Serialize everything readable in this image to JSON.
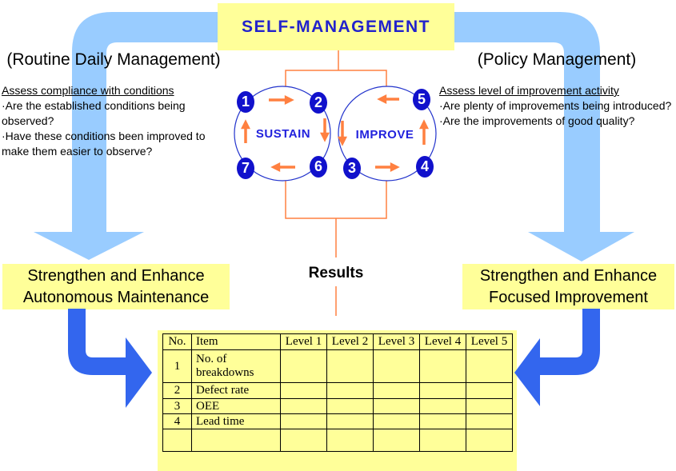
{
  "title": "SELF-MANAGEMENT",
  "left_branch": {
    "heading": "(Routine Daily Management)",
    "assess_heading": "Assess compliance with conditions",
    "bullet1": "·Are the established conditions being observed?",
    "bullet2": "·Have these conditions been improved to make them easier to observe?",
    "box_line1": "Strengthen and Enhance",
    "box_line2": "Autonomous Maintenance"
  },
  "right_branch": {
    "heading": "(Policy Management)",
    "assess_heading": "Assess level of improvement activity",
    "bullet1": "·Are plenty of improvements being introduced?",
    "bullet2": "·Are the improvements of good quality?",
    "box_line1": "Strengthen and Enhance",
    "box_line2": "Focused Improvement"
  },
  "cycle": {
    "sustain_label": "SUSTAIN",
    "improve_label": "IMPROVE",
    "nodes": [
      "1",
      "2",
      "7",
      "6",
      "5",
      "3",
      "4"
    ]
  },
  "results_label": "Results",
  "table": {
    "columns": [
      "No.",
      "Item",
      "Level 1",
      "Level 2",
      "Level 3",
      "Level 4",
      "Level 5"
    ],
    "rows": [
      {
        "no": "1",
        "item": "No. of breakdowns"
      },
      {
        "no": "2",
        "item": "Defect rate"
      },
      {
        "no": "3",
        "item": "OEE"
      },
      {
        "no": "4",
        "item": "Lead time"
      },
      {
        "no": "",
        "item": ""
      }
    ]
  },
  "colors": {
    "panel_yellow": "#FFFF99",
    "title_text_blue": "#2222CC",
    "node_blue": "#1111CC",
    "cycle_outline_blue": "#2233CC",
    "flow_orange": "#FF8040",
    "curve_arrow_light_blue": "#99CCFF",
    "elbow_arrow_royal_blue": "#3366EE"
  }
}
